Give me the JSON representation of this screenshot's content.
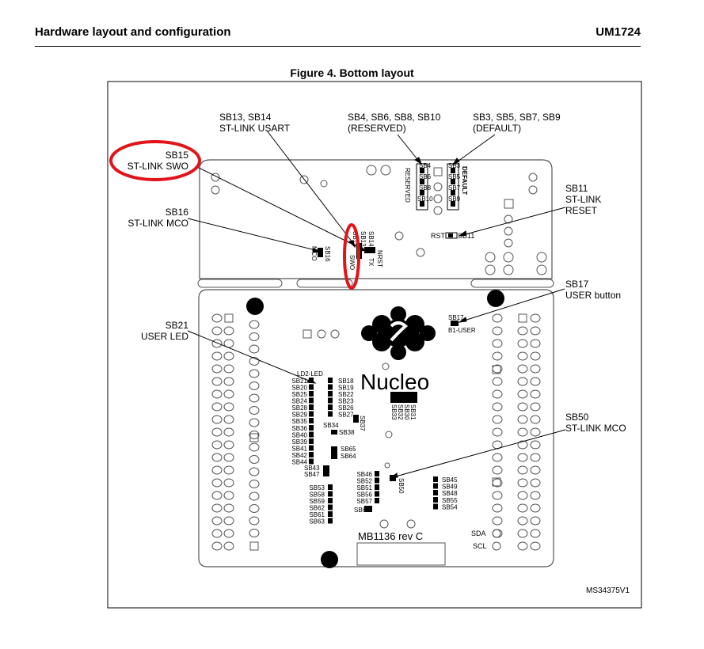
{
  "header": {
    "section_title": "Hardware layout and configuration",
    "doc_id": "UM1724"
  },
  "figure": {
    "title": "Figure 4. Bottom layout",
    "ref_code": "MS34375V1",
    "callouts": {
      "sb13_sb14": [
        "SB13, SB14",
        "ST-LINK USART"
      ],
      "reserved": [
        "SB4, SB6, SB8, SB10",
        "(RESERVED)"
      ],
      "default": [
        "SB3, SB5, SB7, SB9",
        "(DEFAULT)"
      ],
      "sb15": [
        "SB15",
        "ST-LINK SWO"
      ],
      "sb11": [
        "SB11",
        "ST-LINK",
        "RESET"
      ],
      "sb16": [
        "SB16",
        "ST-LINK MCO"
      ],
      "sb17": [
        "SB17",
        "USER button"
      ],
      "sb21": [
        "SB21",
        "USER LED"
      ],
      "sb50": [
        "SB50",
        "ST-LINK MCO"
      ]
    },
    "silkscreen": {
      "nucleo": "Nucleo",
      "board_rev": "MB1136 rev C",
      "sda": "SDA",
      "scl": "SCL",
      "rst": "RST",
      "sb11": "SB11",
      "sb17": "SB17",
      "b1_user": "B1-USER",
      "ld2": "LD2-LED",
      "reserved": "RESERVED",
      "default": "DEFAULT",
      "sb_left_upper": [
        "SB4",
        "SB6",
        "SB8",
        "SB10"
      ],
      "sb_right_upper": [
        "SB3",
        "SB5",
        "SB7",
        "SB9"
      ],
      "sb_col1": [
        "SB21",
        "SB20",
        "SB25",
        "SB24",
        "SB28",
        "SB29",
        "SB35"
      ],
      "sb_col2": [
        "SB18",
        "SB19",
        "SB22",
        "SB23",
        "SB26",
        "SB27"
      ],
      "sb_col3": [
        "SB36",
        "SB40",
        "SB39",
        "SB41",
        "SB42",
        "SB44"
      ],
      "sb_col4": [
        "SB53",
        "SB58",
        "SB59",
        "SB62",
        "SB61",
        "SB63"
      ],
      "sb_col5": [
        "SB46",
        "SB52",
        "SB51",
        "SB56",
        "SB57"
      ],
      "sb_col6": [
        "SB45",
        "SB49",
        "SB48"
      ],
      "sb_col7": [
        "SB55",
        "SB54"
      ],
      "misc": [
        "SB37",
        "SB34",
        "SB38",
        "SB65",
        "SB64",
        "SB43",
        "SB47",
        "SB60",
        "SB50",
        "SB30",
        "SB31",
        "SB32",
        "SB33",
        "SB16",
        "MCO",
        "SB13",
        "SB14",
        "NRST",
        "TX",
        "SWO",
        "SB15"
      ]
    }
  },
  "colors": {
    "highlight": "#e0141a",
    "ink": "#000000",
    "board_line": "#555555"
  }
}
